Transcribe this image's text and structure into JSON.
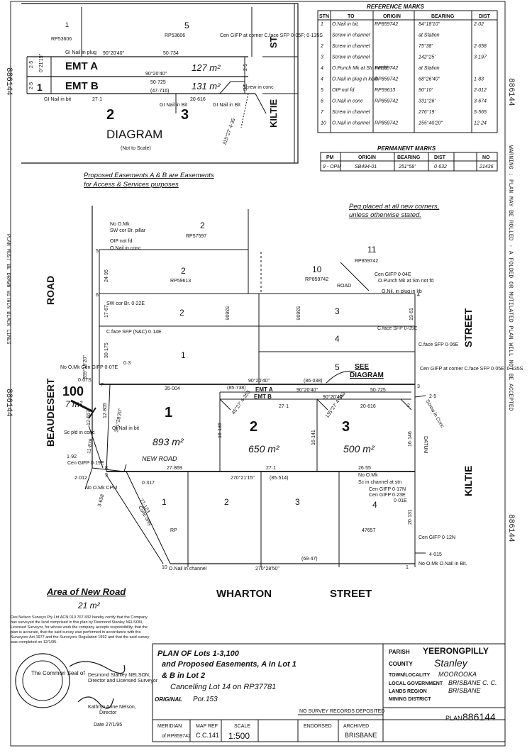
{
  "sheet": {
    "side_left_top": "886144",
    "side_left_mid": "PLAN MUST BE DRAWN WITHIN BLACK LINES",
    "side_left_bottom": "886144",
    "side_right_top": "886144",
    "side_right_mid": "WARNING : PLAN MAY BE ROLLED - A FOLDED OR MUTILATED PLAN WILL NOT BE ACCEPTED",
    "side_right_bottom": "886144"
  },
  "inset_diagram": {
    "title": "DIAGRAM",
    "subtitle": "(Not to Scale)",
    "lot_1": "1",
    "lot_5": "5",
    "lot_1_left": "1",
    "lot_2": "2",
    "lot_3": "3",
    "rp_left": "RP53606",
    "rp_right": "RP53606",
    "emt_a": "EMT A",
    "emt_a_area": "127 m²",
    "emt_b": "EMT B",
    "emt_b_area": "131 m²",
    "bearing_top": "90°20'40\"",
    "dist_top": "50·734",
    "bearing_mid": "90°20'40\"",
    "dist_mid": "50·725",
    "dist_b_left": "(47·716)",
    "dist_b_right": "20·616",
    "dist_b_bottom": "27·1",
    "dist_side_1": "2·5",
    "dist_side_2": "2·5",
    "bearing_side": "0°21'15\"",
    "dist_right_1": "2·5",
    "dist_right_2": "5·5",
    "mark_gi_nail_plug": "GI Nail in plug",
    "mark_gi_nail_bit": "GI Nail in bit",
    "mark_gi_nail_bit_2": "GI Nail in Bit",
    "mark_gi_nail_bit_3": "GI Nail in Bit",
    "mark_cen_gifp": "Cen GIFP at corner C.face SFP 0·05F; 0·135S",
    "mark_screw": "Screw in conc",
    "kiltie": "KILTIE",
    "st": "ST",
    "bearing_right": "315°27' 4·35"
  },
  "reference_marks": {
    "title": "REFERENCE MARKS",
    "headers": [
      "STN",
      "TO",
      "ORIGIN",
      "BEARING",
      "DIST"
    ],
    "rows": [
      [
        "1",
        "O.Nail in bit.",
        "RP859742",
        "84°18'10\"",
        "2·02"
      ],
      [
        "",
        "Screw in channel",
        "",
        "at Station",
        ""
      ],
      [
        "2",
        "Screw in channel",
        "",
        "75°38'",
        "2·658"
      ],
      [
        "3",
        "Screw in channel",
        "",
        "142°25'",
        "3·197"
      ],
      [
        "4",
        "O.Punch Mk at Stn not fd",
        "RP859742",
        "at Station",
        ""
      ],
      [
        "4",
        "O.Nail in plug in kerb",
        "RP859742",
        "68°26'40\"",
        "1·83"
      ],
      [
        "5",
        "OIP not fd",
        "RP59613",
        "90°10'",
        "2·012"
      ],
      [
        "6",
        "O.Nail in conc",
        "RP859742",
        "331°26'",
        "3·674"
      ],
      [
        "7",
        "Screw in channel",
        "",
        "276°19'",
        "5·565"
      ],
      [
        "10",
        "O.Nail in channel",
        "RP859742",
        "155°40'20\"",
        "12·24"
      ]
    ]
  },
  "permanent_marks": {
    "title": "PERMANENT MARKS",
    "headers": [
      "PM",
      "ORIGIN",
      "BEARING",
      "DIST",
      "NO"
    ],
    "rows": [
      [
        "9 - OPM",
        "SB494-01",
        "251°58'",
        "0·632",
        "21436"
      ]
    ]
  },
  "notes": {
    "easements_1": "Proposed Easements A & B are Easements",
    "easements_2": "for Access & Services purposes",
    "pegs_1": "Peg placed at all new corners,",
    "pegs_2": "unless otherwise stated."
  },
  "plan": {
    "road_beaudesert": "BEAUDESERT",
    "road_road": "ROAD",
    "street_kiltie": "KILTIE",
    "street_street": "STREET",
    "street_wharton": "WHARTON",
    "street_wharton_2": "STREET",
    "lot_100": "100",
    "lot_100_area": "7 m²",
    "lot_1": "1",
    "lot_1_area": "893 m²",
    "lot_2": "2",
    "lot_2_area": "650 m²",
    "lot_3": "3",
    "lot_3_area": "500 m²",
    "new_road": "NEW ROAD",
    "see_diagram_1": "SEE",
    "see_diagram_2": "DIAGRAM",
    "emt_a": "EMT A",
    "emt_b": "EMT B",
    "datum": "DATUM",
    "adj_2_rp57597": "2",
    "adj_rp57597": "RP57597",
    "adj_2_rp59613": "2",
    "adj_rp59613": "RP59613",
    "adj_10": "10",
    "adj_rp859742": "RP859742",
    "adj_11": "11",
    "adj_rp859742_top": "RP859742",
    "adj_2_mid": "2",
    "adj_3_mid": "3",
    "adj_4_mid": "4",
    "adj_5": "5",
    "adj_1_mid": "1",
    "adj_53606": "53606",
    "adj_53606_b": "53606",
    "south_1": "1",
    "south_2": "2",
    "south_3": "3",
    "south_4": "4",
    "south_rp": "RP",
    "south_47657": "47657",
    "dist_top": "35·004",
    "dist_top_paren": "(85·738)",
    "dist_top_paren2": "(86·038)",
    "dist_top_right": "50·725",
    "bearing_top": "90°20'40\"",
    "bearing_emt": "90°20'40\"",
    "bearing_emt_b": "90°20'40\"",
    "dist_mid_1": "27·869",
    "dist_mid_2": "27·1",
    "dist_mid_3": "26·55",
    "dist_lot2_bottom": "27·1",
    "dist_lot3_top": "20·616",
    "bearing_bottom": "270°21'15\"",
    "dist_bottom_paren": "(85·514)",
    "bearing_wharton": "270°28'50\"",
    "dist_wharton": "(69·47)",
    "dist_left_1": "12·557",
    "dist_left_2": "11·878",
    "dist_left_3": "12·805",
    "bearing_left": "359°18'20\"",
    "bearing_left_2": "341°28'20\"",
    "dist_left_192": "1·92",
    "dist_2012": "2·012",
    "dist_3658": "3·658",
    "dist_27123": "27·123",
    "dist_0317": "0·317",
    "dist_16136": "16·136",
    "dist_16141": "16·141",
    "dist_16146": "16·146",
    "dist_20131": "20·131",
    "dist_4015": "4·015",
    "dist_1961": "19·61",
    "dist_1767": "17·67",
    "dist_2495": "24·95",
    "dist_30175": "30·175",
    "dist_03": "0·3",
    "dist_25": "2·5",
    "bearing_lot2": "45°27' 4·353",
    "bearing_lot3": "135°27' 4·353",
    "label_conc_only": "Conc only",
    "label_cen_gifp": "Cen GIFP 0·04E",
    "label_o_punch": "O.Punch Mk at Stn not fd",
    "label_o_nail_plug": "O.Nil. in plug in kb",
    "label_road": "ROAD",
    "label_sw_cor": "SW cor Br. pillar",
    "label_no_omk": "No O.Mk",
    "label_oip_not_fd": "OIP not fd",
    "label_o_nail_conc": "O.Nail in conc",
    "label_sw_cor_br": "SW cor Br. 0·22E",
    "label_c_face_sfp_nc": "C.face SFP (N&C) 0·14E",
    "label_c_face_sfp": "C.face SFP 0·05E",
    "label_c_face_sfp_2": "C.face SFP 0·06E",
    "label_cen_gifp_corner": "Cen GIFP at corner C.face SFP 0·05E; 0·135S",
    "label_screw_conc": "Screw in Conc",
    "label_sc_pld_conc": "Sc pld in conc",
    "label_gi_nail_bit": "GI Nail in bit",
    "label_no_omk_2": "No O.Mk",
    "label_sc_channel": "Sc in channel at stn",
    "label_cen_gifp_017": "Cen GIFP 0·17N",
    "label_cen_gifp_023": "Cen GIFP 0·23E",
    "label_o_01e": "0·01E",
    "label_cen_gifp_bottom": "Cen GIFP 0·12N",
    "label_no_omk_bit": "No O.Mk O.Nail in Bit.",
    "label_o_nail_channel": "O.Nail in channel",
    "label_cpm": "No O.Mk CPM",
    "label_cen_gifp_left": "Cen GIFP 0·19E",
    "label_no_omk_left": "No O.Mk Cen GIFP 0·07E",
    "label_o_07": "0·07S",
    "stn_1": "1",
    "stn_2": "2",
    "stn_3": "3",
    "stn_4": "4",
    "stn_5": "5",
    "stn_6": "6",
    "stn_7": "7",
    "stn_8": "8",
    "stn_9": "9",
    "stn_10": "10"
  },
  "road_area": {
    "title": "Area of New Road",
    "value": "21 m²"
  },
  "certificate": {
    "text": "Des Nelson Surveys Pty Ltd ACN 010 767 832 hereby certify that the Company has surveyed the land comprised in this plan by Desmond Stanley NELSON, Licensed Surveyor, for whose work the company accepts responsibility, that the plan is accurate, that the said survey was performed in accordance with the Surveyors Act 1977 and the Surveyors Regulation 1992 and that the said survey was completed on 12/1/95.",
    "signer_1": "Desmond Stanley NELSON,",
    "signer_1_role": "Director and Licensed Surveyor",
    "signer_2": "Kathryn Anne Nelson,",
    "signer_2_role": "Director",
    "date": "Date 27/1/95",
    "seal_text": "The Common Seal of"
  },
  "title_block": {
    "plan_of": "PLAN OF Lots 1-3,100",
    "line2": "and Proposed Easements, A in Lot 1",
    "line3": "& B in Lot 2",
    "cancelling": "Cancelling Lot 14 on RP37781",
    "original_label": "ORIGINAL",
    "original_value": "Por.153",
    "meridian_label": "MERIDIAN",
    "meridian_value": "of RP859742",
    "mapref_label": "MAP REF",
    "mapref_value": "C.C.141",
    "scale_label": "SCALE",
    "scale_value": "1:500",
    "endorsed_label": "ENDORSED",
    "archived_label": "ARCHIVED",
    "archived_value": "BRISBANE",
    "survey_note": "NO SURVEY RECORDS DEPOSITED",
    "parish_label": "PARISH",
    "parish_value": "YEERONGPILLY",
    "county_label": "COUNTY",
    "county_value": "Stanley",
    "town_label": "TOWN/LOCALITY",
    "town_value": "MOOROOKA",
    "lg_label": "LOCAL GOVERNMENT",
    "lg_value": "BRISBANE C. C.",
    "lands_label": "LANDS REGION",
    "lands_value": "BRISBANE",
    "mining_label": "MINING DISTRICT",
    "plan_label": "PLAN",
    "plan_no": "886144"
  }
}
